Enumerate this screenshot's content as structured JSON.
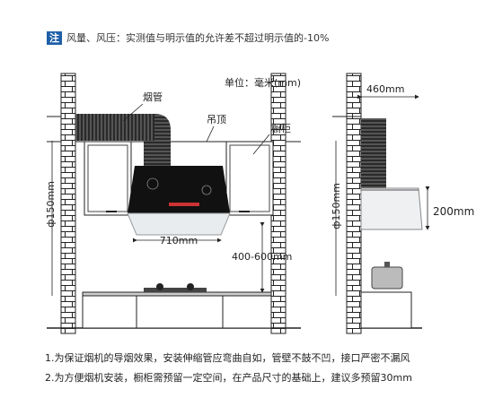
{
  "note": {
    "badge": "注",
    "text": "风量、风压：实测值与明示值的允许差不超过明示值的-10%"
  },
  "labels": {
    "unit": "单位：毫米(mm)",
    "duct": "烟管",
    "ceiling": "吊顶",
    "cabinet": "橱柜",
    "dia_left": "ф150mm",
    "dia_right": "ф150mm",
    "width": "710mm",
    "height_range": "400-600mm",
    "depth": "460mm",
    "side_height": "200mm"
  },
  "footer": {
    "line1": "1.为保证烟机的导烟效果，安装伸缩管应弯曲自如，管壁不鼓不凹，接口严密不漏风",
    "line2": "2.为方便烟机安装，橱柜需预留一定空间，在产品尺寸的基础上，建议多预留30mm"
  },
  "colors": {
    "accent": "#1f5fa8",
    "line": "#222222",
    "hood_panel": "#111111",
    "brick": "#ffffff"
  }
}
